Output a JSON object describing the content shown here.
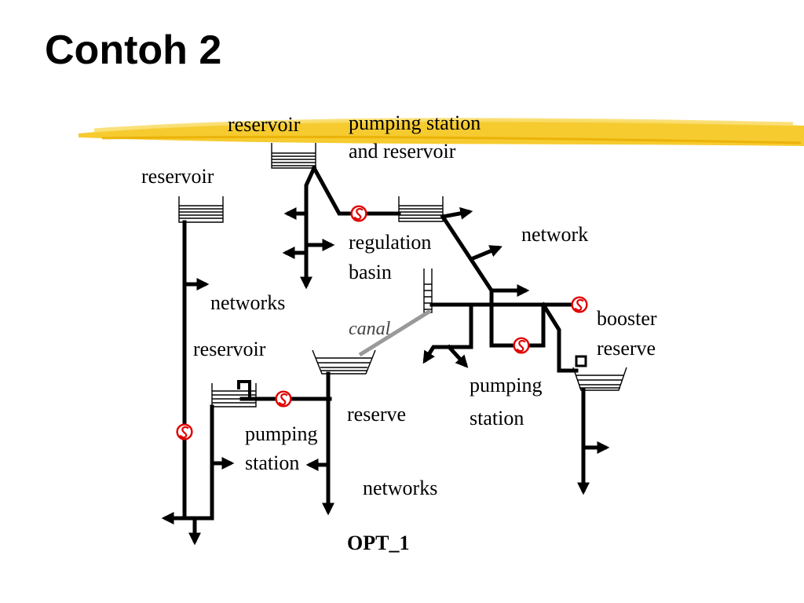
{
  "slide": {
    "title": "Contoh 2"
  },
  "diagram": {
    "labels": {
      "reservoir_top": "reservoir",
      "pumping_station_and_reservoir_line1": "pumping station",
      "pumping_station_and_reservoir_line2": "and reservoir",
      "reservoir_left": "reservoir",
      "network_right": "network",
      "regulation_basin_line1": "regulation",
      "regulation_basin_line2": "basin",
      "networks_left": "networks",
      "canal": "canal",
      "booster_reserve_line1": "booster",
      "booster_reserve_line2": "reserve",
      "reservoir_lower": "reservoir",
      "pumping_station_right_line1": "pumping",
      "pumping_station_right_line2": "station",
      "reserve_center": "reserve",
      "pumping_station_left_line1": "pumping",
      "pumping_station_left_line2": "station",
      "networks_bottom": "networks",
      "opt": "OPT_1"
    },
    "colors": {
      "highlight": "#f5c518",
      "pump_symbol": "#e00000",
      "canal": "#999999"
    }
  }
}
